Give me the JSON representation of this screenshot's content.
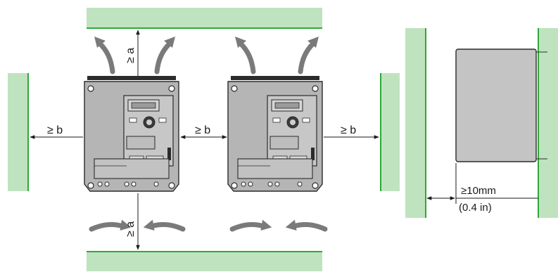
{
  "labels": {
    "clearance_top": "≥ a",
    "clearance_bottom": "≥ a",
    "clearance_left": "≥ b",
    "clearance_between": "≥ b",
    "clearance_right": "≥ b",
    "side_gap_metric": "≥10mm",
    "side_gap_imperial": "(0.4 in)"
  },
  "colors": {
    "wall_fill": "#bfe3bf",
    "wall_edge": "#2fa83a",
    "drive_body": "#b3b3b3",
    "drive_outline": "#2b2b2b",
    "airflow_arrow": "#7a7a7a",
    "side_view_fill": "#c4c4c4"
  },
  "icons": {
    "airflow": "curved-arrow-icon",
    "drive": "variable-speed-drive-icon"
  }
}
